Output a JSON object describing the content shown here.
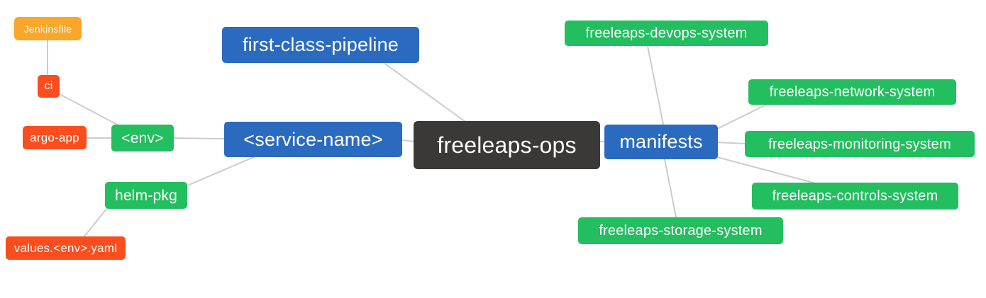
{
  "diagram": {
    "type": "mindmap",
    "root_label": "freeleaps-ops",
    "colors": {
      "root_bg": "#3B3838",
      "primary_branch_bg": "#2A6BBF",
      "secondary_branch_bg": "#23BE5F",
      "tertiary_branch_bg": "#FB4D1E",
      "leaf_bg": "#F9A62B",
      "edge": "#CCCCCC",
      "text": "#FFFFFF",
      "background": "#FFFFFF"
    },
    "nodes": {
      "root": {
        "label": "freeleaps-ops"
      },
      "first_class_pipeline": {
        "label": "first-class-pipeline"
      },
      "service_name": {
        "label": "<service-name>"
      },
      "env": {
        "label": "<env>"
      },
      "ci": {
        "label": "ci"
      },
      "jenkinsfile": {
        "label": "Jenkinsfile"
      },
      "argo_app": {
        "label": "argo-app"
      },
      "helm_pkg": {
        "label": "helm-pkg"
      },
      "values_env_yaml": {
        "label": "values.<env>.yaml"
      },
      "manifests": {
        "label": "manifests"
      },
      "devops_system": {
        "label": "freeleaps-devops-system"
      },
      "network_system": {
        "label": "freeleaps-network-system"
      },
      "monitoring_system": {
        "label": "freeleaps-monitoring-system"
      },
      "controls_system": {
        "label": "freeleaps-controls-system"
      },
      "storage_system": {
        "label": "freeleaps-storage-system"
      }
    },
    "edges": [
      {
        "from": "jenkinsfile",
        "to": "ci"
      },
      {
        "from": "ci",
        "to": "env"
      },
      {
        "from": "argo_app",
        "to": "env"
      },
      {
        "from": "env",
        "to": "service_name"
      },
      {
        "from": "helm_pkg",
        "to": "service_name"
      },
      {
        "from": "values_env_yaml",
        "to": "helm_pkg"
      },
      {
        "from": "first_class_pipeline",
        "to": "root"
      },
      {
        "from": "service_name",
        "to": "root"
      },
      {
        "from": "root",
        "to": "manifests"
      },
      {
        "from": "manifests",
        "to": "devops_system"
      },
      {
        "from": "manifests",
        "to": "network_system"
      },
      {
        "from": "manifests",
        "to": "monitoring_system"
      },
      {
        "from": "manifests",
        "to": "controls_system"
      },
      {
        "from": "manifests",
        "to": "storage_system"
      }
    ]
  }
}
